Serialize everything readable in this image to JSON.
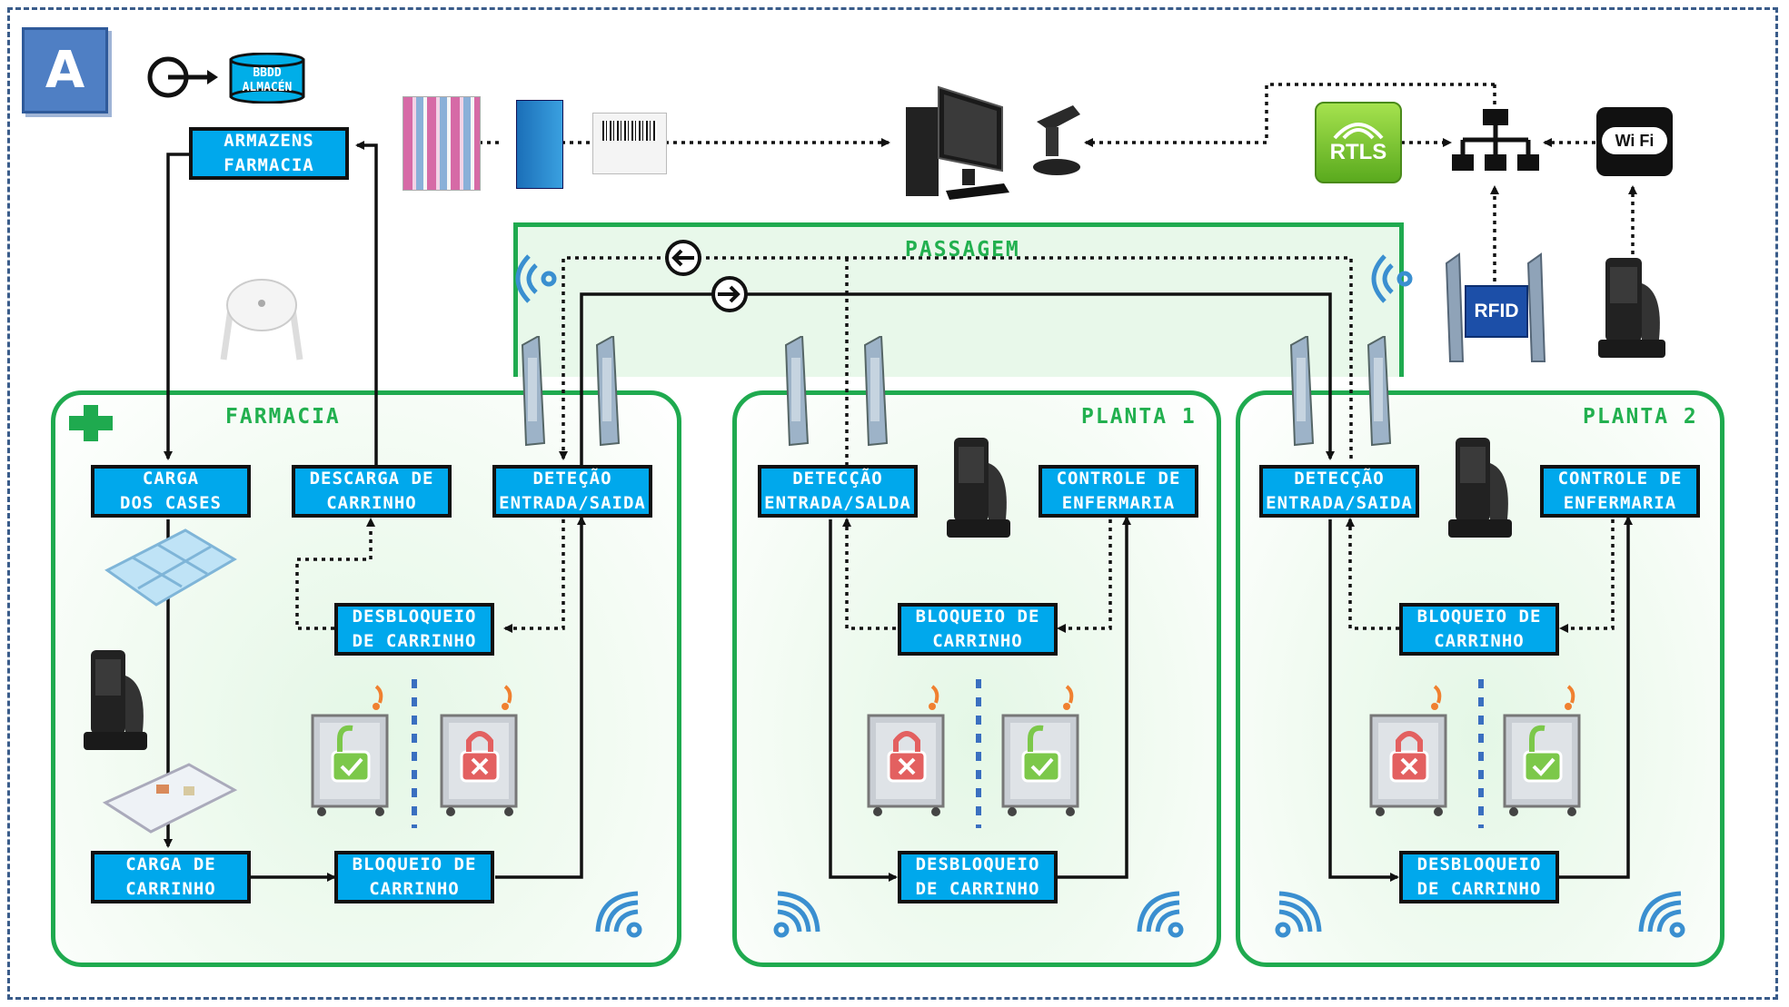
{
  "badge": "A",
  "database": {
    "line1": "BBDD",
    "line2": "ALMACÉN"
  },
  "zones": {
    "passagem": "PASSAGEM",
    "farmacia": "FARMACIA",
    "planta1": "PLANTA 1",
    "planta2": "PLANTA 2"
  },
  "network": {
    "rtls": "RTLS",
    "wifi": "Wi Fi",
    "rfid": "RFID"
  },
  "boxes": {
    "armazens": "ARMAZENS\nFARMACIA",
    "carga_cases": "CARGA\nDOS CASES",
    "descarga_carrinho": "DESCARGA DE\nCARRINHO",
    "detecao_farmacia": "DETEÇÃO\nENTRADA/SAIDA",
    "desbloqueio_farmacia": "DESBLOQUEIO\nDE CARRINHO",
    "carga_carrinho": "CARGA DE\nCARRINHO",
    "bloqueio_farmacia": "BLOQUEIO DE\nCARRINHO",
    "deteccao_p1": "DETECÇÃO\nENTRADA/SALDA",
    "controle_p1": "CONTROLE DE\nENFERMARIA",
    "bloqueio_p1": "BLOQUEIO DE\nCARRINHO",
    "desbloqueio_p1": "DESBLOQUEIO\nDE CARRINHO",
    "deteccao_p2": "DETECÇÃO\nENTRADA/SAIDA",
    "controle_p2": "CONTROLE DE\nENFERMARIA",
    "bloqueio_p2": "BLOQUEIO DE\nCARRINHO",
    "desbloqueio_p2": "DESBLOQUEIO\nDE CARRINHO"
  },
  "colors": {
    "zone_border": "#1faa4f",
    "box_fill": "#00a8ec",
    "frame": "#3a5c8a",
    "badge": "#4f7fc4",
    "wifi_signal": "#3a8fd0"
  },
  "icons": [
    "database-icon",
    "process-start-icon",
    "shelves-photo",
    "medicine-box-photo",
    "barcode-label-photo",
    "workstation-icon",
    "barcode-scanner-icon",
    "rtls-icon",
    "network-switch-icon",
    "wifi-logo-icon",
    "rfid-gate-icon",
    "handheld-terminal-icon",
    "access-point-icon",
    "pharmacy-cross-icon",
    "security-gate-icon",
    "signal-waves-icon",
    "unlocked-cart-icon",
    "locked-cart-icon",
    "pill-organizer-icon"
  ]
}
